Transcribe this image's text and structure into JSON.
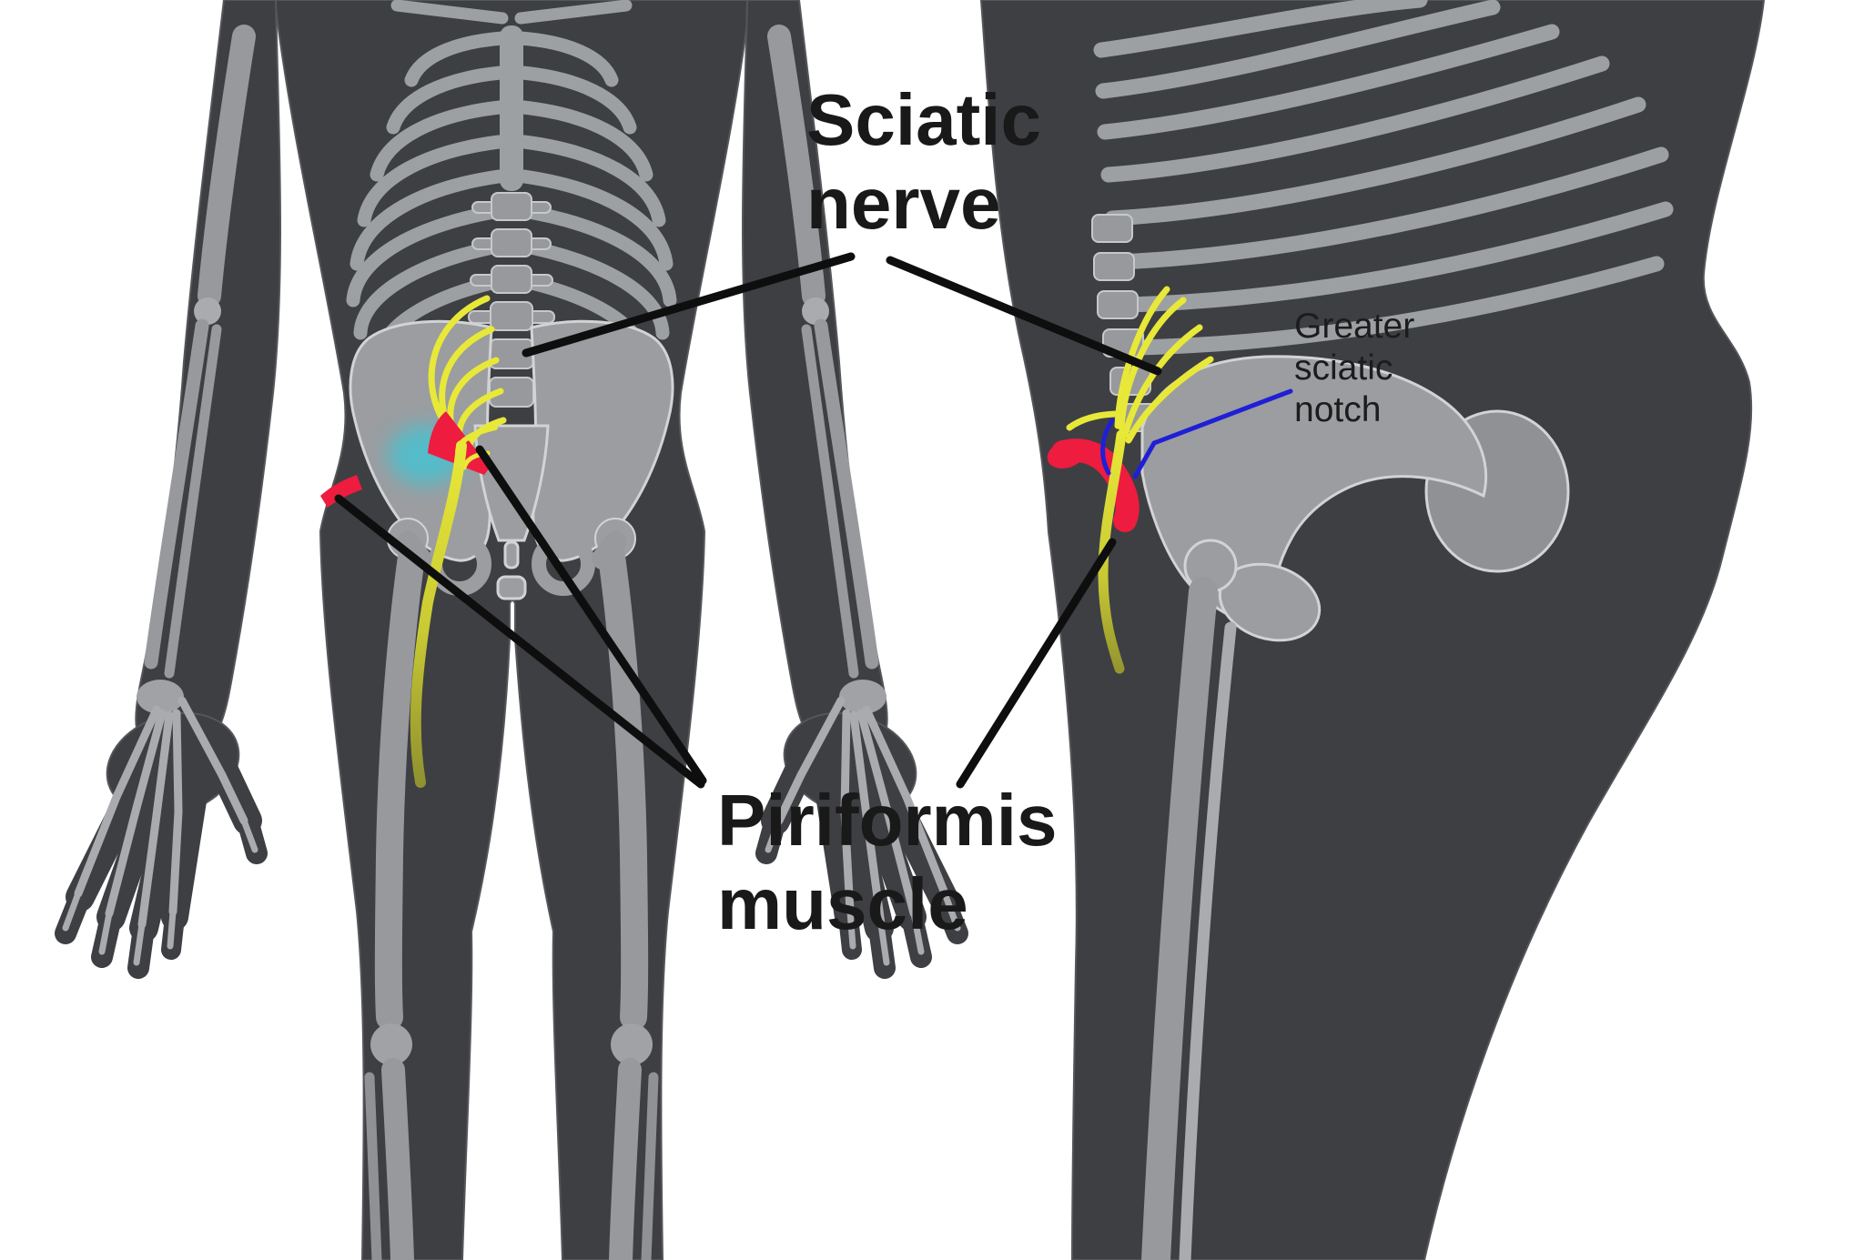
{
  "diagram": {
    "subject": "Sciatic nerve and piriformis muscle anatomy",
    "views": [
      "front skeleton figure",
      "side skeleton figure"
    ]
  },
  "labels": {
    "sciatic_nerve": {
      "line1": "Sciatic",
      "line2": "nerve"
    },
    "greater_sciatic_notch": {
      "line1": "Greater",
      "line2": "sciatic",
      "line3": "notch"
    },
    "piriformis_muscle": {
      "line1": "Piriformis",
      "line2": "muscle"
    }
  },
  "colors": {
    "background": "#ffffff",
    "body_silhouette": "#3e3f43",
    "bone": "#97999c",
    "bone_light": "#a9abae",
    "bone_outline": "#d2d3d5",
    "nerve_yellow": "#e8e838",
    "nerve_distal_olive": "#9fa02c",
    "muscle_red": "#ee1c3f",
    "highlight_cyan": "#3ec6d6",
    "annotation_line": "#0e0e0e",
    "notch_annotation_blue": "#1f1fd6",
    "label_text": "#191919"
  }
}
